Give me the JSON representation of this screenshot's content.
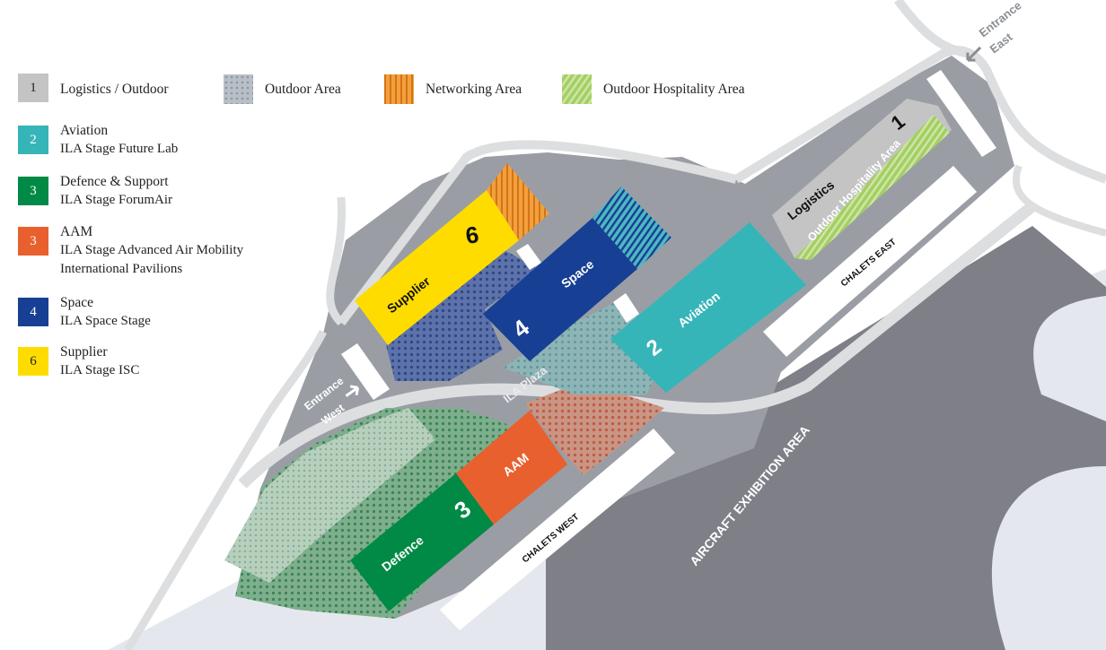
{
  "legend": {
    "items": [
      {
        "number": "1",
        "title": "Logistics / Outdoor",
        "subtitle": "",
        "subtitle2": "",
        "color": "#c4c4c4",
        "text_color": "#222222"
      },
      {
        "number": "2",
        "title": "Aviation",
        "subtitle": "ILA Stage Future Lab",
        "subtitle2": "",
        "color": "#36b5b8",
        "text_color": "#ffffff"
      },
      {
        "number": "3",
        "title": "Defence & Support",
        "subtitle": "ILA Stage ForumAir",
        "subtitle2": "",
        "color": "#008a45",
        "text_color": "#ffffff"
      },
      {
        "number": "3",
        "title": "AAM",
        "subtitle": "ILA Stage Advanced Air Mobility",
        "subtitle2": "International Pavilions",
        "color": "#e8602e",
        "text_color": "#ffffff"
      },
      {
        "number": "4",
        "title": "Space",
        "subtitle": "ILA Space Stage",
        "subtitle2": "",
        "color": "#173f94",
        "text_color": "#ffffff"
      },
      {
        "number": "6",
        "title": "Supplier",
        "subtitle": "ILA Stage ISC",
        "subtitle2": "",
        "color": "#ffdc00",
        "text_color": "#222222"
      }
    ],
    "patterns": [
      {
        "label": "Outdoor Area",
        "kind": "dots",
        "base": "#b5bdc6",
        "mark": "#8a95a2"
      },
      {
        "label": "Networking Area",
        "kind": "stripes",
        "base": "#f29a33",
        "mark": "#d9791b"
      },
      {
        "label": "Outdoor Hospitality Area",
        "kind": "stripes",
        "base": "#9cc95a",
        "mark": "#6fa933"
      }
    ]
  },
  "map": {
    "entrance_east": [
      "Entrance",
      "East"
    ],
    "entrance_west": [
      "Entrance",
      "West"
    ],
    "halls": {
      "logistics": {
        "label": "Logistics",
        "number": "1"
      },
      "outdoor_hospitality": {
        "label": "Outdoor Hospitality Area"
      },
      "aviation": {
        "label": "Aviation",
        "number": "2"
      },
      "space": {
        "label": "Space",
        "number": "4"
      },
      "supplier": {
        "label": "Supplier",
        "number": "6"
      },
      "aam": {
        "label": "AAM"
      },
      "defence": {
        "label": "Defence",
        "number": "3"
      },
      "chalets_east": {
        "label": "CHALETS EAST"
      },
      "chalets_west": {
        "label": "CHALETS WEST"
      }
    },
    "plaza": {
      "label": "ILA Plaza"
    },
    "exhibition": {
      "label": "AIRCRAFT EXHIBITION AREA"
    }
  },
  "colors": {
    "ground": "#9a9ea4",
    "apron": "#e4e8ee",
    "runway": "#7f8088",
    "road": "#dcdee0",
    "road_edge": "#b9bdc1",
    "white": "#ffffff"
  }
}
